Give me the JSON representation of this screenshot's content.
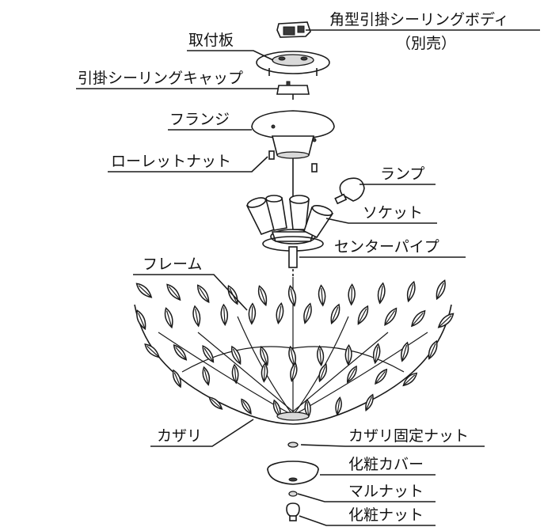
{
  "labels": {
    "ceiling_body": "角型引掛シーリングボディ",
    "ceiling_body_note": "（別売）",
    "mounting_plate": "取付板",
    "ceiling_cap": "引掛シーリングキャップ",
    "flange": "フランジ",
    "knurled_nut": "ローレットナット",
    "lamp": "ランプ",
    "socket": "ソケット",
    "center_pipe": "センターパイプ",
    "frame": "フレーム",
    "ornament": "カザリ",
    "ornament_nut": "カザリ固定ナット",
    "decorative_cover": "化粧カバー",
    "round_nut": "マルナット",
    "decorative_nut": "化粧ナット"
  },
  "icons": {
    "ceiling_body": "ceiling-body-icon",
    "mounting_plate": "mounting-plate-icon",
    "ceiling_cap": "ceiling-cap-icon",
    "flange": "flange-icon",
    "knurled_nut": "knurled-nut-icon",
    "lamp": "bulb-icon",
    "socket": "socket-cluster-icon",
    "center_pipe": "center-pipe-icon",
    "frame": "leaf-bowl-frame-icon",
    "ornament_nut": "hex-nut-icon",
    "decorative_cover": "decorative-cover-icon",
    "round_nut": "round-nut-icon",
    "decorative_nut": "finial-nut-icon"
  }
}
